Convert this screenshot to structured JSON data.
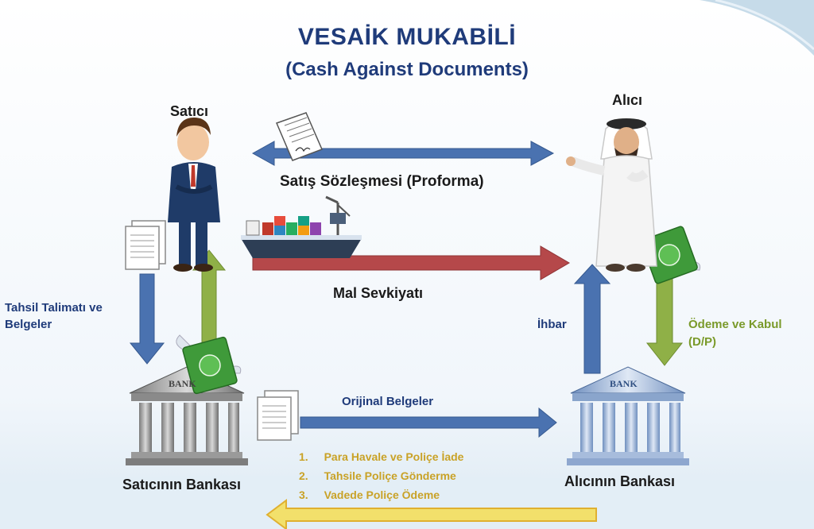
{
  "title": "VESAİK MUKABİLİ",
  "subtitle": "(Cash Against Documents)",
  "parties": {
    "seller": "Satıcı",
    "buyer": "Alıcı",
    "seller_bank": "Satıcının Bankası",
    "buyer_bank": "Alıcının Bankası"
  },
  "bank_sign": "BANK",
  "flows": {
    "contract": "Satış Sözleşmesi (Proforma)",
    "shipment": "Mal Sevkiyatı",
    "collection_line1": "Tahsil Talimatı ve",
    "collection_line2": "Belgeler",
    "original_docs": "Orijinal Belgeler",
    "notice": "İhbar",
    "payment_line1": "Ödeme  ve Kabul",
    "payment_line2": "(D/P)"
  },
  "steps": [
    {
      "num": "1.",
      "text": "Para Havale ve Poliçe İade"
    },
    {
      "num": "2.",
      "text": "Tahsile Poliçe Gönderme"
    },
    {
      "num": "3.",
      "text": "Vadede Poliçe Ödeme"
    }
  ],
  "colors": {
    "arrow_blue": "#4a72b0",
    "arrow_red": "#b5484a",
    "arrow_green": "#8fb047",
    "arrow_yellow": "#f2e06b",
    "title_navy": "#1f3b7a",
    "money_green": "#3f9a3a"
  }
}
